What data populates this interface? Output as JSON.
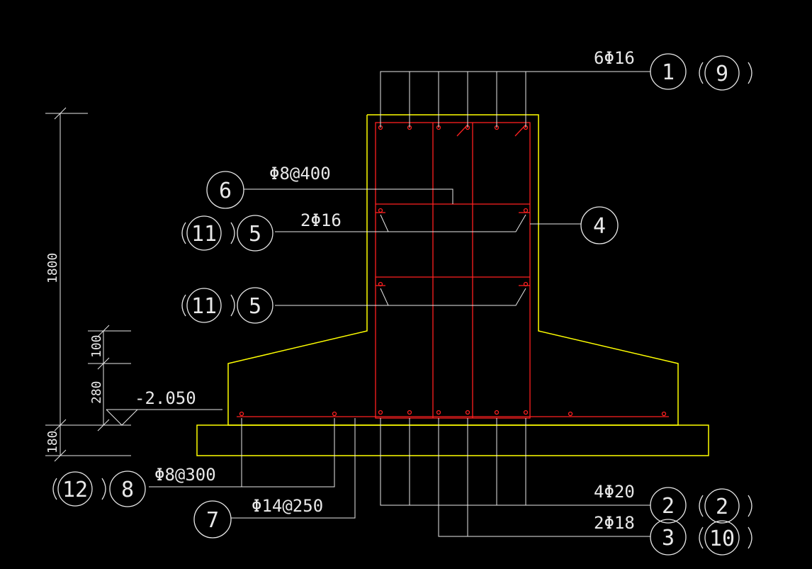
{
  "colors": {
    "background": "#000000",
    "outline": "#ffff00",
    "rebar": "#ff2020",
    "leader": "#e8e8e8"
  },
  "rebar_labels": {
    "top_bars": "6Φ16",
    "stirrup": "Φ8@400",
    "waist_bars": "2Φ16",
    "bottom_mesh_y": "Φ8@300",
    "bottom_mesh_x": "Φ14@250",
    "col_bars_a": "4Φ20",
    "col_bars_b": "2Φ18"
  },
  "markers": {
    "m1": "1",
    "m9": "9",
    "m6": "6",
    "m4": "4",
    "m5a": "5",
    "m11a": "11",
    "m5b": "5",
    "m11b": "11",
    "m12": "12",
    "m8": "8",
    "m7": "7",
    "m2": "2",
    "m2b": "2",
    "m3": "3",
    "m10": "10"
  },
  "dimensions": {
    "total_height": "1800",
    "d100": "100",
    "d280": "280",
    "d180": "180",
    "elevation": "-2.050"
  }
}
